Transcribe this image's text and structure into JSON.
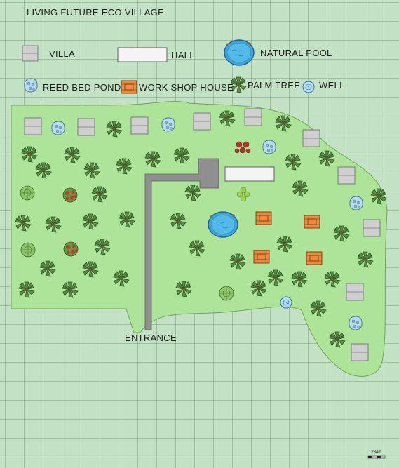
{
  "title": "LIVING FUTURE ECO VILLAGE",
  "legend": {
    "villa": "VILLA",
    "hall": "HALL",
    "natural_pool": "NATURAL POOL",
    "reed_bed_pond": "REED BED POND",
    "work_shop_house": "WORK SHOP HOUSE",
    "palm_tree": "PALM TREE",
    "well": "WELL"
  },
  "entrance_label": "ENTRANCE",
  "scale_label": "1284m",
  "colors": {
    "background": "#c3e2c5",
    "land": "#aee49a",
    "road": "#8f8f8f",
    "pool": "#3aa8de",
    "villa": "#c9c9c9",
    "workshop": "#ee8a3c",
    "palm": "#4a7a3a"
  },
  "icons": [
    "villa-icon",
    "hall-icon",
    "natural-pool-icon",
    "reed-bed-pond-icon",
    "work-shop-house-icon",
    "palm-tree-icon",
    "well-icon",
    "flower-bush-icon"
  ]
}
